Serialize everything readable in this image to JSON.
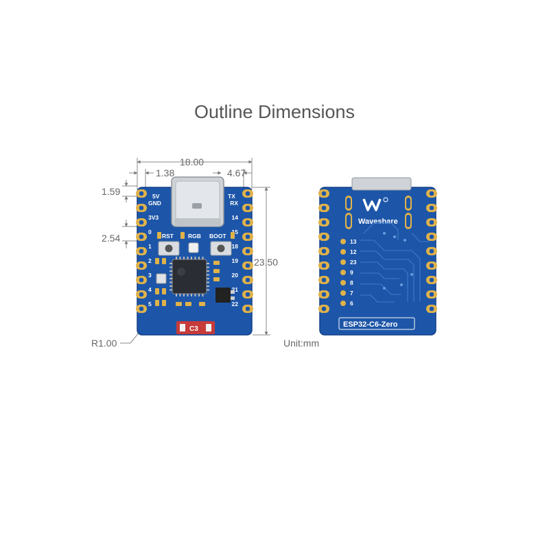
{
  "title": "Outline Dimensions",
  "unit_label": "Unit:mm",
  "dimensions": {
    "overall_width": "18.00",
    "left_offset": "1.38",
    "right_offset": "4.67",
    "top_offset": "1.59",
    "pin_pitch": "2.54",
    "overall_height": "23.50",
    "corner_radius": "R1.00"
  },
  "front_board": {
    "left_pins": [
      "GND",
      "3V3",
      "0",
      "1",
      "2",
      "3",
      "4",
      "5"
    ],
    "left_top_extra": "5V",
    "right_pins": [
      "RX",
      "14",
      "15",
      "18",
      "19",
      "20",
      "21",
      "22"
    ],
    "right_top_extra": "TX",
    "buttons": [
      "RST",
      "RGB",
      "BOOT"
    ],
    "chip_label": "C3"
  },
  "back_board": {
    "brand": "Waveshare",
    "model": "ESP32-C6-Zero",
    "pad_labels": [
      "13",
      "12",
      "23",
      "9",
      "8",
      "7",
      "6"
    ]
  },
  "colors": {
    "pcb_blue": "#1d56a8",
    "pcb_edge": "#14408a",
    "pad_gold": "#e0b24a",
    "title_gray": "#555555",
    "dim_gray": "#777777",
    "chip_red": "#c73b3b"
  }
}
